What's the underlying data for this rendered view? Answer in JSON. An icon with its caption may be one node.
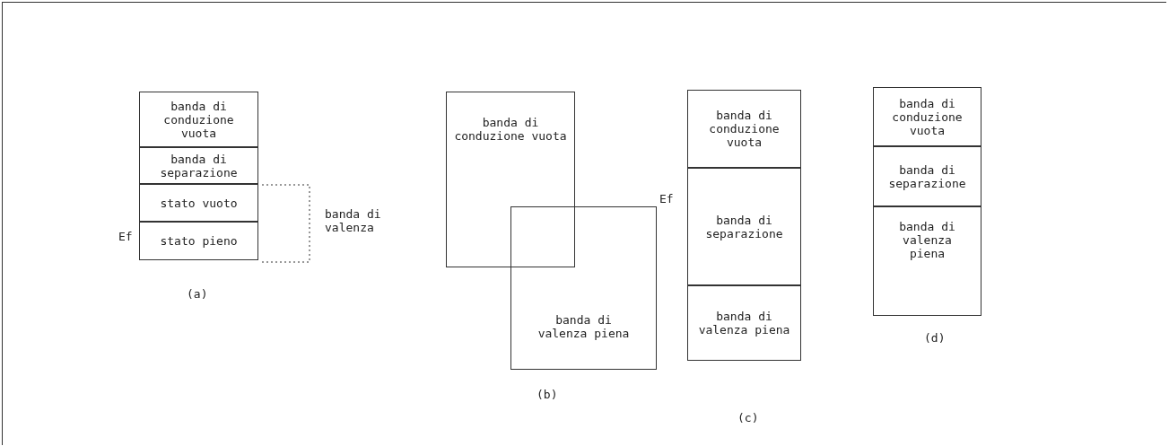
{
  "diagram": {
    "nodes": [
      {
        "text": [
          "banda di conduzione vuota"
        ]
      },
      {
        "text": [
          "banda di separazione"
        ]
      },
      {
        "text": [
          "stato vuoto"
        ]
      },
      {
        "text": [
          "stato pieno"
        ]
      },
      {
        "text": [
          "banda di conduzione vuota"
        ]
      },
      {
        "text": [
          "banda di valenza piena"
        ]
      },
      {
        "text": [
          "banda di conduzione vuota"
        ]
      },
      {
        "text": [
          "banda di separazione"
        ]
      },
      {
        "text": [
          "banda di valenza piena"
        ]
      },
      {
        "text": [
          "banda di conduzione vuota"
        ]
      },
      {
        "text": [
          "banda di separazione"
        ]
      },
      {
        "text": [
          "banda di valenza piena"
        ]
      }
    ],
    "edges": [],
    "labels": [
      "(a)",
      "Ef",
      "banda di valenza",
      "(b)",
      "Ef",
      "(c)",
      "(d)"
    ]
  }
}
